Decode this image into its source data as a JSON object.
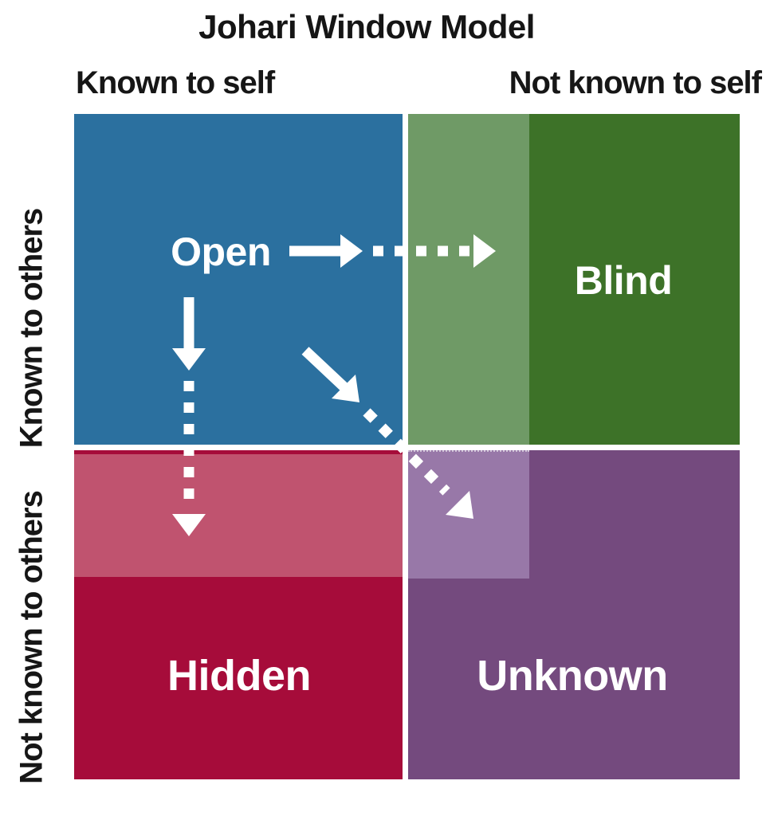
{
  "title": "Johari Window Model",
  "axis_labels": {
    "top_left": "Known to self",
    "top_right": "Not known to self",
    "left_top": "Known to others",
    "left_bottom": "Not known to others"
  },
  "quadrants": {
    "open": {
      "label": "Open"
    },
    "blind": {
      "label": "Blind"
    },
    "hidden": {
      "label": "Hidden"
    },
    "unknown": {
      "label": "Unknown"
    }
  },
  "colors": {
    "open_blue": "#2b709f",
    "blind_green_dark": "#3d7228",
    "blind_green_light": "#6f9a66",
    "hidden_crimson": "#a60c3a",
    "hidden_rose_light": "#c0536f",
    "unknown_purple_dark": "#744a7e",
    "unknown_purple_light": "#9878a8",
    "divider_white": "#ffffff",
    "text_black": "#161616",
    "quadrant_text_white": "#ffffff"
  },
  "arrows": [
    {
      "from": "open",
      "to": "blind",
      "style": "solid-then-dashed",
      "direction": "right"
    },
    {
      "from": "open",
      "to": "hidden",
      "style": "solid-then-dashed",
      "direction": "down"
    },
    {
      "from": "open",
      "to": "unknown",
      "style": "solid-then-dashed",
      "direction": "diagonal-down-right"
    }
  ]
}
